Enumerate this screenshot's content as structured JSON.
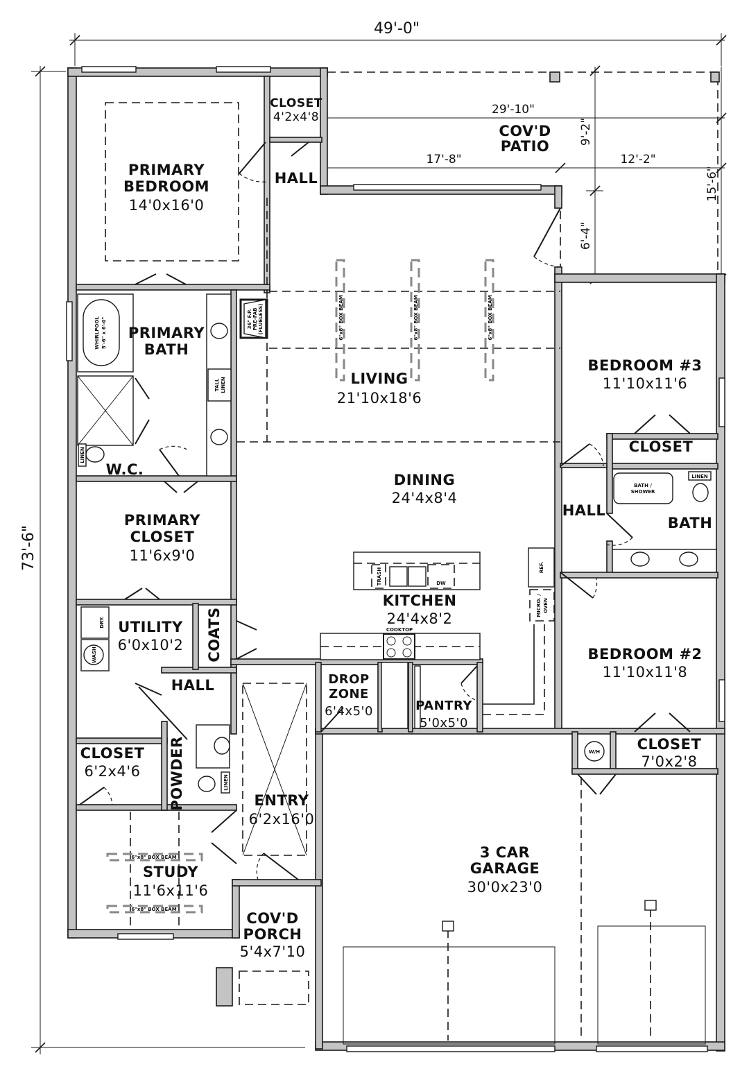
{
  "dimensions": {
    "overall_width": "49'-0\"",
    "overall_depth": "73'-6\"",
    "patio_width": "29'-10\"",
    "patio_left": "17'-8\"",
    "patio_right": "12'-2\"",
    "patio_depth_a": "9'-2\"",
    "patio_depth_b": "15'-6\"",
    "patio_step": "6'-4\""
  },
  "rooms": {
    "primary_bedroom": {
      "name1": "PRIMARY",
      "name2": "BEDROOM",
      "size": "14'0x16'0"
    },
    "closet_top": {
      "name": "CLOSET",
      "size": "4'2x4'8"
    },
    "hall_top": {
      "name": "HALL"
    },
    "patio": {
      "name1": "COV'D",
      "name2": "PATIO"
    },
    "primary_bath": {
      "name1": "PRIMARY",
      "name2": "BATH"
    },
    "wc": {
      "name": "W.C."
    },
    "living": {
      "name": "LIVING",
      "size": "21'10x18'6"
    },
    "dining": {
      "name": "DINING",
      "size": "24'4x8'4"
    },
    "kitchen": {
      "name": "KITCHEN",
      "size": "24'4x8'2"
    },
    "bedroom3": {
      "name": "BEDROOM #3",
      "size": "11'10x11'6"
    },
    "closet_b3": {
      "name": "CLOSET"
    },
    "hall_right": {
      "name": "HALL"
    },
    "bath": {
      "name": "BATH"
    },
    "bedroom2": {
      "name": "BEDROOM #2",
      "size": "11'10x11'8"
    },
    "closet_b2": {
      "name": "CLOSET",
      "size": "7'0x2'8"
    },
    "primary_closet": {
      "name1": "PRIMARY",
      "name2": "CLOSET",
      "size": "11'6x9'0"
    },
    "utility": {
      "name": "UTILITY",
      "size": "6'0x10'2"
    },
    "coats": {
      "name": "COATS"
    },
    "hall_left": {
      "name": "HALL"
    },
    "drop_zone": {
      "name1": "DROP",
      "name2": "ZONE",
      "size": "6'4x5'0"
    },
    "pantry": {
      "name": "PANTRY",
      "size": "5'0x5'0"
    },
    "closet_left": {
      "name": "CLOSET",
      "size": "6'2x4'6"
    },
    "powder": {
      "name": "POWDER"
    },
    "entry": {
      "name": "ENTRY",
      "size": "6'2x16'0"
    },
    "study": {
      "name": "STUDY",
      "size": "11'6x11'6"
    },
    "porch": {
      "name1": "COV'D",
      "name2": "PORCH",
      "size": "5'4x7'10"
    },
    "garage": {
      "name1": "3 CAR",
      "name2": "GARAGE",
      "size": "30'0x23'0"
    }
  },
  "fixtures": {
    "fireplace1": "36\" F.P.",
    "fireplace2": "PRE-FAB",
    "fireplace3": "(FLUELESS)",
    "beam": "6\"x8\" BOX BEAM",
    "whirlpool1": "WHIRLPOOL",
    "whirlpool2": "5'-6\" x 6'-0\"",
    "tall_linen1": "TALL",
    "tall_linen2": "LINEN",
    "linen": "LINEN",
    "dryer": "DRY.",
    "washer": "WASH",
    "trash": "TRASH",
    "dishwasher": "DW",
    "cooktop": "COOKTOP",
    "ref": "REF.",
    "micro1": "MICRO. /",
    "micro2": "OVEN",
    "bath_shower1": "BATH /",
    "bath_shower2": "SHOWER",
    "water_heater": "W/H"
  }
}
